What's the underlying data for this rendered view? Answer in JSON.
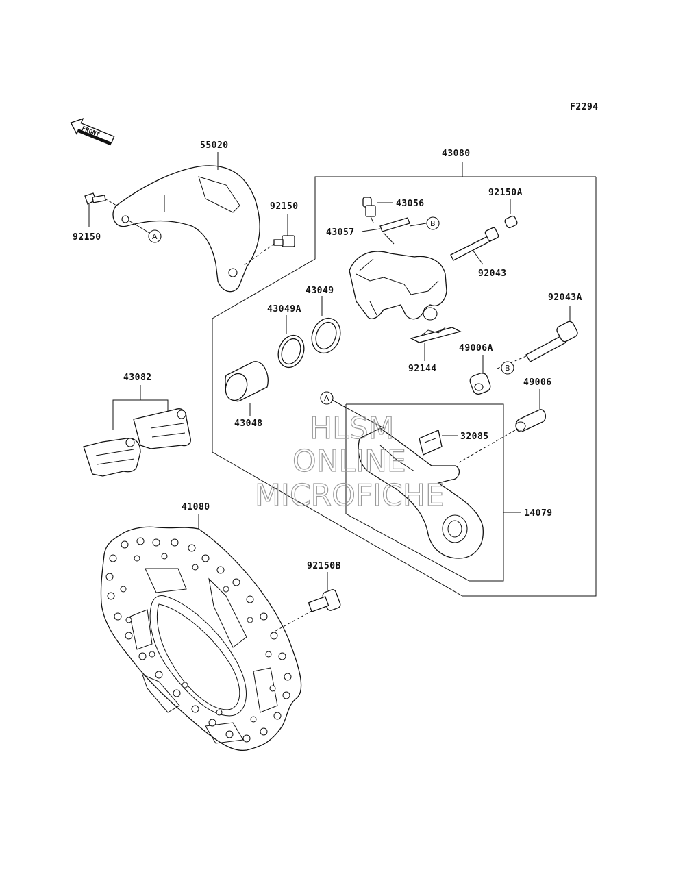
{
  "figure_code": "F2294",
  "front_arrow_label": "FRONT",
  "watermark": [
    "HLSM",
    "ONLINE",
    "MICROFICHE"
  ],
  "callouts": [
    "A",
    "B"
  ],
  "parts": [
    {
      "id": "p55020",
      "number": "55020"
    },
    {
      "id": "p92150-left",
      "number": "92150"
    },
    {
      "id": "p92150-right",
      "number": "92150"
    },
    {
      "id": "p43080",
      "number": "43080"
    },
    {
      "id": "p43056",
      "number": "43056"
    },
    {
      "id": "p43057",
      "number": "43057"
    },
    {
      "id": "p92150A",
      "number": "92150A"
    },
    {
      "id": "p92043",
      "number": "92043"
    },
    {
      "id": "p92043A",
      "number": "92043A"
    },
    {
      "id": "p43049",
      "number": "43049"
    },
    {
      "id": "p43049A",
      "number": "43049A"
    },
    {
      "id": "p92144",
      "number": "92144"
    },
    {
      "id": "p49006A",
      "number": "49006A"
    },
    {
      "id": "p49006",
      "number": "49006"
    },
    {
      "id": "p43048",
      "number": "43048"
    },
    {
      "id": "p43082",
      "number": "43082"
    },
    {
      "id": "p32085",
      "number": "32085"
    },
    {
      "id": "p14079",
      "number": "14079"
    },
    {
      "id": "p41080",
      "number": "41080"
    },
    {
      "id": "p92150B",
      "number": "92150B"
    }
  ]
}
